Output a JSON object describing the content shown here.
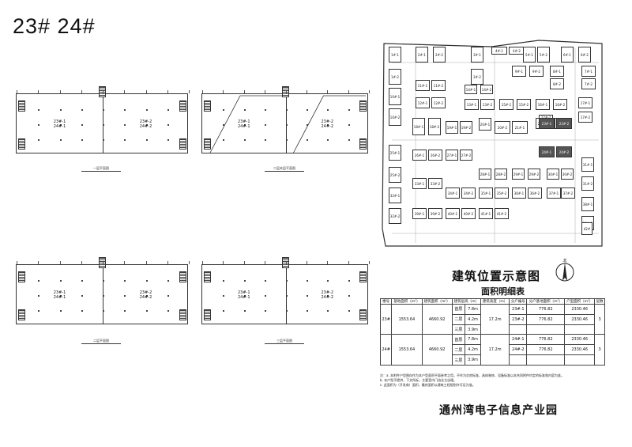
{
  "heading": "23# 24#",
  "plans": [
    {
      "units": [
        {
          "line1": "23#-1",
          "line2": "24#-1"
        },
        {
          "line1": "23#-2",
          "line2": "24#-2"
        }
      ],
      "caption": "一层平面图"
    },
    {
      "units": [
        {
          "line1": "23#-1",
          "line2": "24#-1"
        },
        {
          "line1": "23#-2",
          "line2": "24#-2"
        }
      ],
      "caption": "二层夹层平面图"
    },
    {
      "units": [
        {
          "line1": "23#-1",
          "line2": "24#-1"
        },
        {
          "line1": "23#-2",
          "line2": "24#-2"
        }
      ],
      "caption": "二层平面图"
    },
    {
      "units": [
        {
          "line1": "23#-1",
          "line2": "24#-1"
        },
        {
          "line1": "23#-2",
          "line2": "24#-2"
        }
      ],
      "caption": "三层平面图"
    }
  ],
  "site_plan": {
    "title": "建筑位置示意图",
    "compass": "北",
    "buildings": [
      {
        "label": "1#-1"
      },
      {
        "label": "1#-2"
      },
      {
        "label": "2#-1"
      },
      {
        "label": "2#-2"
      },
      {
        "label": "3#-1"
      },
      {
        "label": "3#-2"
      },
      {
        "label": "4#-1"
      },
      {
        "label": "4#-2"
      },
      {
        "label": "5#-1"
      },
      {
        "label": "5#-2"
      },
      {
        "label": "6#-1"
      },
      {
        "label": "6#-2"
      },
      {
        "label": "7#-1"
      },
      {
        "label": "7#-2"
      },
      {
        "label": "8#-1"
      },
      {
        "label": "8#-2"
      },
      {
        "label": "9#-1"
      },
      {
        "label": "9#-2"
      },
      {
        "label": "10#-1"
      },
      {
        "label": "10#-2"
      },
      {
        "label": "11#-1"
      },
      {
        "label": "11#-2"
      },
      {
        "label": "12#-1"
      },
      {
        "label": "12#-2"
      },
      {
        "label": "13#-1"
      },
      {
        "label": "13#-2"
      },
      {
        "label": "14#-1"
      },
      {
        "label": "14#-2"
      },
      {
        "label": "15#-1"
      },
      {
        "label": "15#-2"
      },
      {
        "label": "16#-1"
      },
      {
        "label": "16#-2"
      },
      {
        "label": "17#-1"
      },
      {
        "label": "17#-2"
      },
      {
        "label": "18#-1"
      },
      {
        "label": "18#-2"
      },
      {
        "label": "19#-1"
      },
      {
        "label": "19#-2"
      },
      {
        "label": "20#-1"
      },
      {
        "label": "20#-2"
      },
      {
        "label": "21#-1"
      },
      {
        "label": "21#-2"
      },
      {
        "label": "22#-1"
      },
      {
        "label": "22#-2"
      },
      {
        "label": "23#-1"
      },
      {
        "label": "23#-2"
      },
      {
        "label": "24#-1"
      },
      {
        "label": "24#-2"
      },
      {
        "label": "25#-1"
      },
      {
        "label": "25#-2"
      },
      {
        "label": "26#-1"
      },
      {
        "label": "26#-2"
      },
      {
        "label": "27#-1"
      },
      {
        "label": "27#-2"
      },
      {
        "label": "28#-1"
      },
      {
        "label": "28#-2"
      },
      {
        "label": "29#-1"
      },
      {
        "label": "29#-2"
      },
      {
        "label": "30#-1"
      },
      {
        "label": "30#-2"
      },
      {
        "label": "31#-1"
      },
      {
        "label": "31#-2"
      },
      {
        "label": "32#-1"
      },
      {
        "label": "32#-2"
      },
      {
        "label": "33#-1"
      },
      {
        "label": "33#-2"
      },
      {
        "label": "34#-1"
      },
      {
        "label": "34#-2"
      },
      {
        "label": "35#-1"
      },
      {
        "label": "35#-2"
      },
      {
        "label": "36#-1"
      },
      {
        "label": "36#-2"
      },
      {
        "label": "37#-1"
      },
      {
        "label": "37#-2"
      },
      {
        "label": "38#-1"
      },
      {
        "label": "38#-2"
      },
      {
        "label": "39#-1"
      },
      {
        "label": "39#-2"
      },
      {
        "label": "40#-1"
      },
      {
        "label": "40#-2"
      },
      {
        "label": "41#-1"
      },
      {
        "label": "41#-2"
      },
      {
        "label": "42#"
      }
    ]
  },
  "area_table": {
    "title": "面积明细表",
    "headers": [
      "楼号",
      "基地面积（m²）",
      "建筑面积（m²）",
      "建筑层高（m）",
      "建筑高度（m）",
      "分户编号",
      "分户基地面积（m²）",
      "户型面积（m²）",
      "层数"
    ],
    "buildings": [
      {
        "no": "23#",
        "base": "1553.64",
        "total": "4660.92",
        "height": "17.2m",
        "floors_count": "3",
        "floors": [
          {
            "name": "首层",
            "h": "7.8m"
          },
          {
            "name": "二层",
            "h": "4.2m"
          },
          {
            "name": "三层",
            "h": "3.9m"
          }
        ],
        "units": [
          {
            "id": "23#-1",
            "base": "776.82",
            "area": "2330.46"
          },
          {
            "id": "23#-2",
            "base": "776.82",
            "area": "2330.46"
          }
        ]
      },
      {
        "no": "24#",
        "base": "1553.64",
        "total": "4660.92",
        "height": "17.2m",
        "floors_count": "3",
        "floors": [
          {
            "name": "首层",
            "h": "7.8m"
          },
          {
            "name": "二层",
            "h": "4.2m"
          },
          {
            "name": "三层",
            "h": "3.9m"
          }
        ],
        "units": [
          {
            "id": "24#-1",
            "base": "776.82",
            "area": "2330.46"
          },
          {
            "id": "24#-2",
            "base": "776.82",
            "area": "2330.46"
          }
        ]
      }
    ]
  },
  "notes": [
    "注：a. 本附件户型图仅作为本户型面积平面参考之用，不作为交房标准，具体装饰、设备标准以本合同附件约定的标准和内容为准。",
    "b. 本户型不提供，下文所标，主要室内门由业主自理。",
    "c. 此面积为（开发商）面积，最终面积以建筑工程规划许可证为准。"
  ],
  "footer": "通州湾电子信息产业园"
}
